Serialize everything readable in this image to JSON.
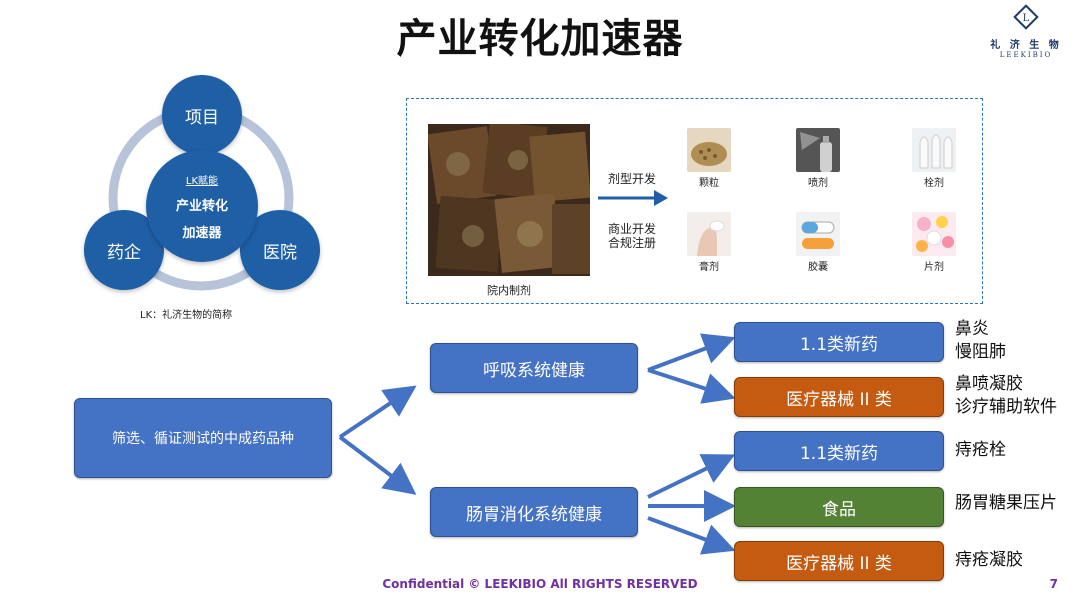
{
  "title": "产业转化加速器",
  "logo": {
    "cn": "礼 济 生 物",
    "en": "LEEKIBIO"
  },
  "cycle": {
    "top": "项目",
    "left": "药企",
    "right": "医院",
    "center_sub": "LK赋能",
    "center_line1": "产业转化",
    "center_line2": "加速器",
    "note": "LK：礼济生物的简称"
  },
  "dosage": {
    "photo_caption": "院内制剂",
    "arrow1_label": "剂型开发",
    "arrow2_label_line1": "商业开发",
    "arrow2_label_line2": "合规注册",
    "forms": [
      {
        "name": "颗粒",
        "icon": "granule-icon"
      },
      {
        "name": "喷剂",
        "icon": "spray-icon"
      },
      {
        "name": "栓剂",
        "icon": "suppository-icon"
      },
      {
        "name": "膏剂",
        "icon": "ointment-icon"
      },
      {
        "name": "胶囊",
        "icon": "capsule-icon"
      },
      {
        "name": "片剂",
        "icon": "tablet-icon"
      }
    ]
  },
  "flow": {
    "source": "筛选、循证测试的中成药品种",
    "branch1": "呼吸系统健康",
    "branch2": "肠胃消化系统健康",
    "b1_items": [
      {
        "label": "1.1类新药",
        "note_lines": [
          "鼻炎",
          "慢阻肺"
        ]
      },
      {
        "label": "医疗器械 II 类",
        "note_lines": [
          "鼻喷凝胶",
          "诊疗辅助软件"
        ]
      }
    ],
    "b2_items": [
      {
        "label": "1.1类新药",
        "note_lines": [
          "痔疮栓"
        ]
      },
      {
        "label": "食品",
        "note_lines": [
          "肠胃糖果压片"
        ]
      },
      {
        "label": "医疗器械 II 类",
        "note_lines": [
          "痔疮凝胶"
        ]
      }
    ]
  },
  "colors": {
    "blue": "#4472c4",
    "orange": "#c55a11",
    "green": "#548235",
    "footer": "#7030a0"
  },
  "footer": "Confidential © LEEKIBIO All RIGHTS RESERVED",
  "page_number": "7"
}
